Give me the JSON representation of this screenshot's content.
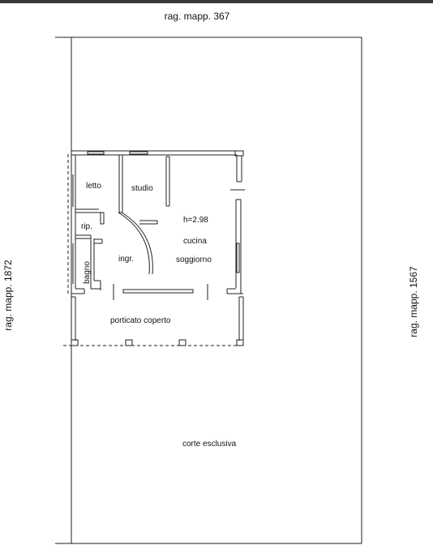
{
  "neighbors": {
    "top": "rag. mapp. 367",
    "left": "rag. mapp. 1872",
    "right": "rag. mapp. 1567"
  },
  "rooms": {
    "letto": "letto",
    "studio": "studio",
    "rip": "rip.",
    "bagno": "bagno",
    "ingr": "ingr.",
    "height": "h=2.98",
    "cucina": "cucina",
    "soggiorno": "soggiorno",
    "porticato": "porticato coperto",
    "corte": "corte esclusiva"
  },
  "colors": {
    "line": "#222222",
    "background": "#ffffff",
    "topbar": "#3a3a3a"
  }
}
